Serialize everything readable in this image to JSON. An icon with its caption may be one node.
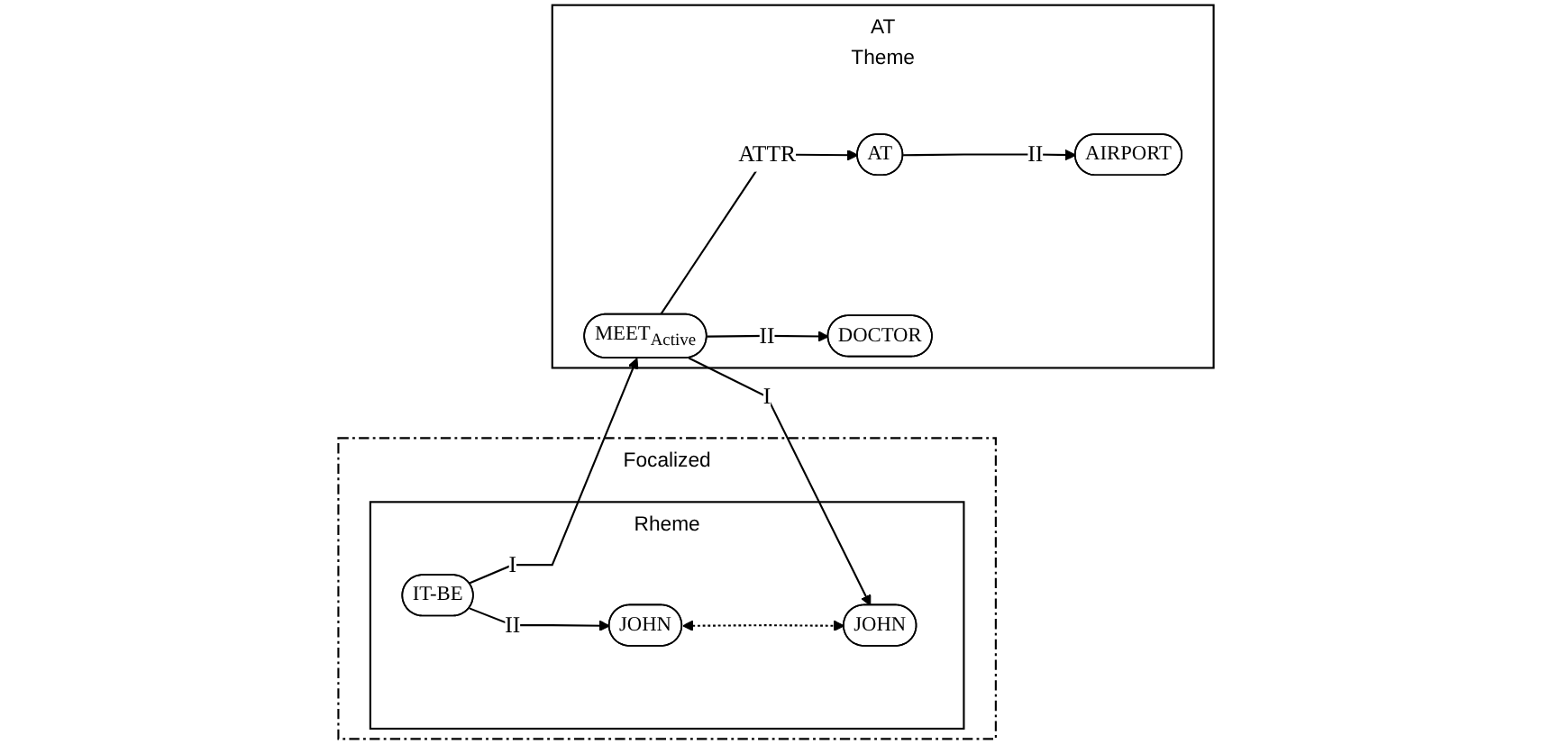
{
  "diagram": {
    "nodes": [
      {
        "text": [
          "Focalized"
        ]
      },
      {
        "text": [
          "Rheme"
        ],
        "in": 0
      },
      {
        "text": [
          "JOHN"
        ],
        "in": 1
      },
      {
        "text": [
          "JOHN"
        ],
        "in": 1
      },
      {
        "text": [
          "IT-BE"
        ],
        "in": 1
      },
      {
        "text": [
          "AT",
          "Theme"
        ]
      },
      {
        "text": [
          "MEET$_{Active}$"
        ],
        "in": 5
      },
      {
        "text": [
          "AT"
        ],
        "in": 5
      },
      {
        "text": [
          "DOCTOR"
        ],
        "in": 5
      },
      {
        "text": [
          "AIRPORT"
        ],
        "in": 5
      }
    ],
    "edges": [
      {
        "from": 3,
        "to": 2,
        "arrow": "both",
        "style": "dashed"
      },
      {
        "from": 6,
        "to": 2,
        "arrow": "to",
        "label": "I"
      },
      {
        "from": 4,
        "to": 3,
        "arrow": "to",
        "label": "II"
      },
      {
        "from": 4,
        "to": 6,
        "arrow": "to",
        "label": "I"
      },
      {
        "from": 6,
        "to": 7,
        "arrow": "to",
        "label": "ATTR"
      },
      {
        "from": 6,
        "to": 8,
        "arrow": "to",
        "label": "II"
      },
      {
        "from": 7,
        "to": 9,
        "arrow": "to",
        "label": "II"
      }
    ]
  }
}
